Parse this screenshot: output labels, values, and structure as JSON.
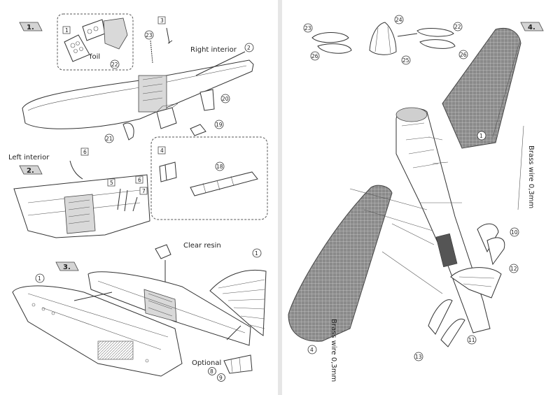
{
  "steps": [
    {
      "id": "1",
      "label": "1."
    },
    {
      "id": "2",
      "label": "2."
    },
    {
      "id": "3",
      "label": "3."
    },
    {
      "id": "4",
      "label": "4."
    }
  ],
  "labels": {
    "foil": "foil",
    "right_interior": "Right interior",
    "left_interior": "Left interior",
    "clear_resin": "Clear resin",
    "optional": "Optional",
    "brass_wire_right": "Brass wire 0,3mm",
    "brass_wire_left": "Brass wire 0,3mm"
  },
  "part_numbers": {
    "p1_foil_box": "1",
    "p22_foil": "22",
    "p3": "3",
    "p23_top": "23",
    "p2": "2",
    "p20": "20",
    "p21": "21",
    "p19": "19",
    "p6_a": "6",
    "p5": "5",
    "p6_b": "6",
    "p7": "7",
    "p4": "4",
    "p18": "18",
    "p1_step3_left": "1",
    "p1_step3_right": "1",
    "p8": "8",
    "p9": "9",
    "p23_right": "23",
    "p24_right": "24",
    "p22_right": "22",
    "p25_right": "25",
    "p26_left": "26",
    "p26_right": "26",
    "p1_wing_right": "1",
    "p10": "10",
    "p12": "12",
    "p13": "13",
    "p11": "11",
    "p4_wing_left": "4"
  },
  "colors": {
    "ink": "#333333",
    "paper": "#ffffff",
    "badge": "#d4d4d4"
  }
}
